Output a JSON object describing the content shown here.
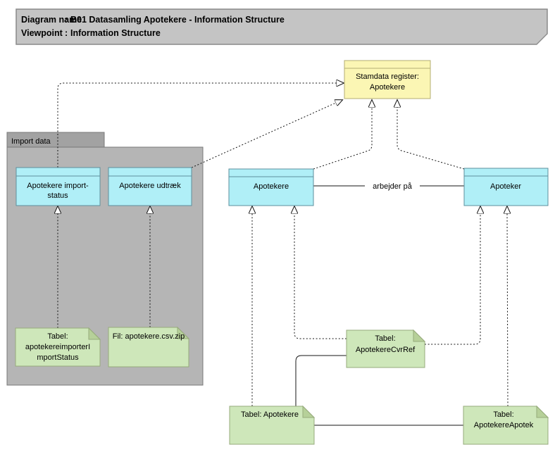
{
  "title_box": {
    "rows": [
      {
        "label": "Diagram name",
        "sep": ":",
        "value": "B01 Datasamling Apotekere - Information Structure"
      },
      {
        "label": "Viewpoint",
        "sep": ":",
        "value": "Information Structure"
      }
    ]
  },
  "group": {
    "label": "Import data"
  },
  "nodes": {
    "stamdata": {
      "type": "business-object",
      "lines": [
        "Stamdata register:",
        "Apotekere"
      ]
    },
    "import_status": {
      "type": "data-object",
      "lines": [
        "Apotekere import-",
        "status"
      ]
    },
    "udtraek": {
      "type": "data-object",
      "lines": [
        "Apotekere udtræk"
      ]
    },
    "apotekere": {
      "type": "data-object",
      "lines": [
        "Apotekere"
      ]
    },
    "apoteker": {
      "type": "data-object",
      "lines": [
        "Apoteker"
      ]
    },
    "note_import_status": {
      "type": "note",
      "lines": [
        "Tabel:",
        "apotekereimporterI",
        "mportStatus"
      ]
    },
    "note_fil": {
      "type": "note",
      "lines": [
        "Fil: apotekere.csv.zip"
      ]
    },
    "note_cvrref": {
      "type": "note",
      "lines": [
        "Tabel:",
        "ApotekereCvrRef"
      ]
    },
    "note_tabel_apotekere": {
      "type": "note",
      "lines": [
        "Tabel: Apotekere"
      ]
    },
    "note_tabel_apotek": {
      "type": "note",
      "lines": [
        "Tabel:",
        "ApotekereApotek"
      ]
    }
  },
  "relations": {
    "arbejder_paa_label": "arbejder på"
  },
  "colors": {
    "background": "#ffffff",
    "title_fill": "#c4c4c4",
    "group_fill": "#b5b5b5",
    "group_tab_fill": "#a2a2a2",
    "business_object_fill": "#fbf6b4",
    "business_object_stroke": "#b3ad73",
    "data_object_fill": "#b0eff7",
    "data_object_stroke": "#5e8f9c",
    "note_fill": "#cee7ba",
    "note_stroke": "#97ab7c",
    "note_fold_fill": "#b6d099",
    "connector": "#141414"
  }
}
